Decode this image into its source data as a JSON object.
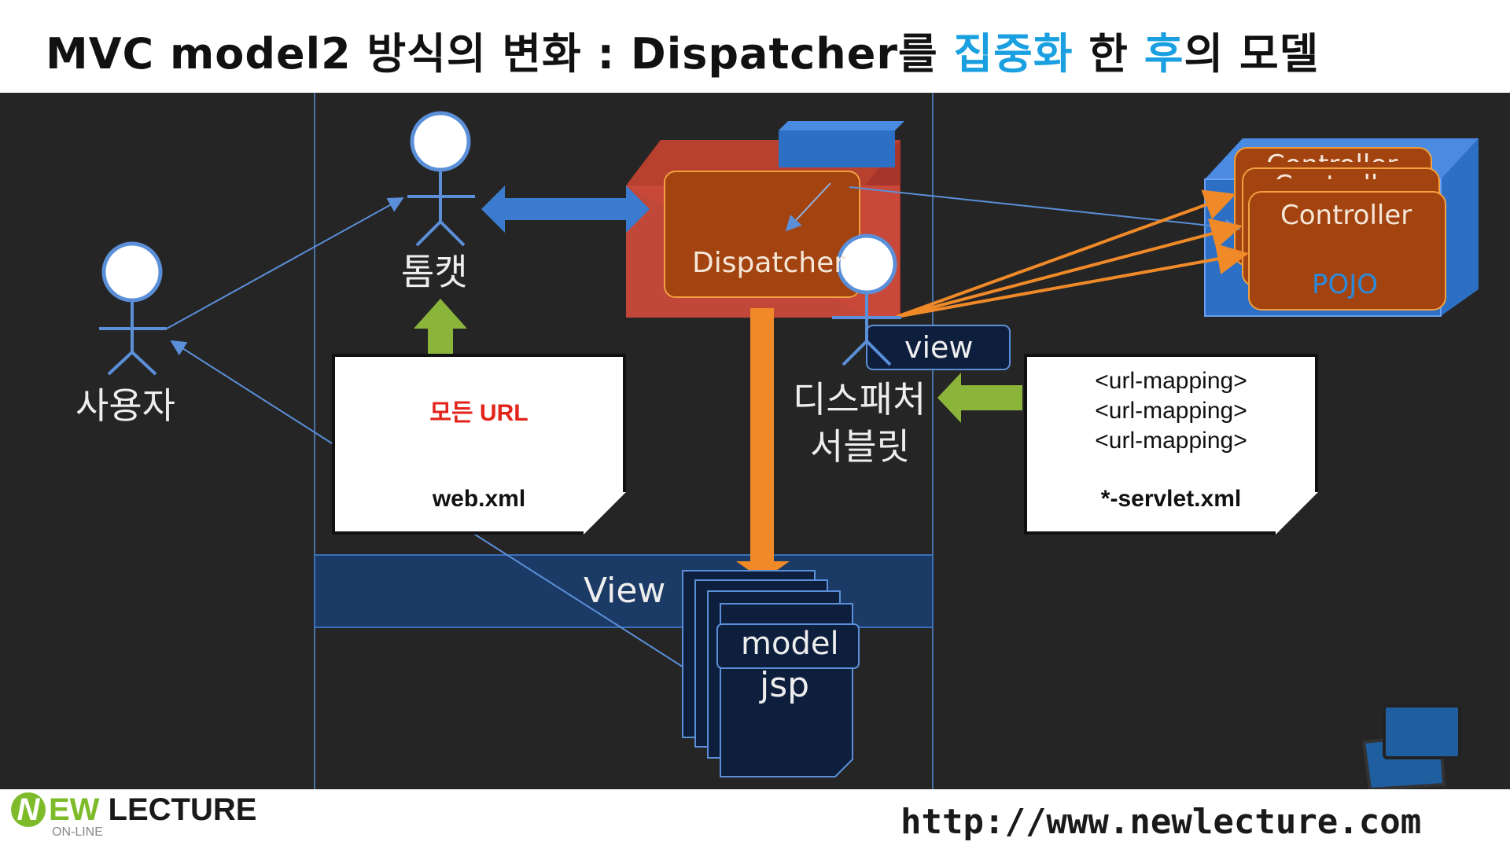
{
  "title": {
    "part1": "MVC model2 방식의 변화 : Dispatcher를 ",
    "highlight1": "집중화",
    "part2": " 한 ",
    "highlight2": "후",
    "part3": "의 모델"
  },
  "actors": {
    "user": "사용자",
    "tomcat": "톰캣",
    "dispatcher_servlet_line1": "디스패처",
    "dispatcher_servlet_line2": "서블릿"
  },
  "dispatcher": {
    "label": "Dispatcher"
  },
  "controllers": {
    "back1": "Controller",
    "back2": "Controller",
    "front": "Controller",
    "pojo": "POJO"
  },
  "view_tag": "view",
  "webxml_doc": {
    "url": "모든 URL",
    "file": "web.xml"
  },
  "servlet_doc": {
    "line1": "<url-mapping>",
    "line2": "<url-mapping>",
    "line3": "<url-mapping>",
    "file": "*-servlet.xml"
  },
  "view_bar": {
    "label": "View"
  },
  "jsp": {
    "model": "model",
    "jsp": "jsp"
  },
  "footer": {
    "logo_n": "N",
    "logo_ew": "EW",
    "logo_lecture": " LECTURE",
    "logo_sub": "ON-LINE",
    "url": "http://www.newlecture.com"
  },
  "colors": {
    "highlight": "#1aa0e0",
    "dispatcher_box": "#c94a3a",
    "controller_box": "#2d6fc4",
    "orange": "#f08a28",
    "green": "#8ab43a",
    "blue_arrow": "#3b7bd0",
    "navy": "#1c3a66"
  }
}
